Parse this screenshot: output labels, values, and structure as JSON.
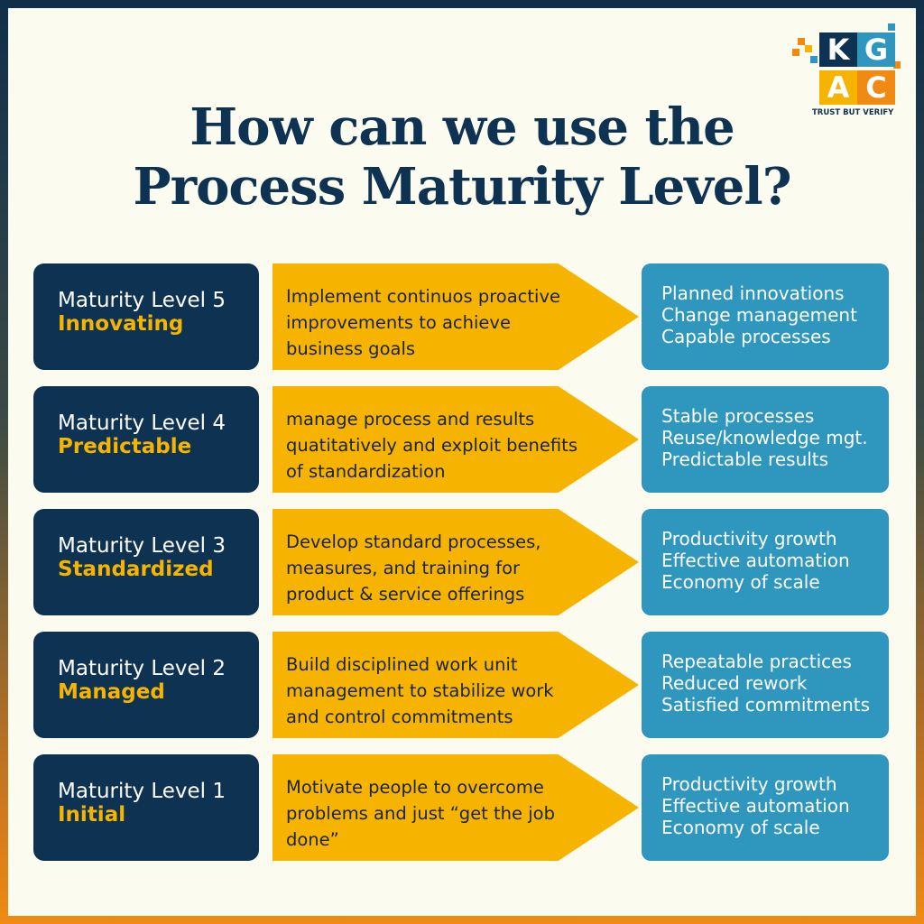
{
  "title": {
    "line1": "How can we use the",
    "line2": "Process Maturity Level?"
  },
  "logo": {
    "letters": [
      "K",
      "G",
      "A",
      "C"
    ],
    "tagline": "TRUST BUT VERIFY",
    "colors": {
      "navy": "#0e3352",
      "blue": "#2f97bd",
      "yellow": "#f6b400",
      "orange": "#f08a12"
    }
  },
  "colors": {
    "background": "#fcfbef",
    "level_box": "#0e3352",
    "level_name": "#f6b400",
    "arrow": "#f6b400",
    "benefit_box": "#2f97bd"
  },
  "rows": [
    {
      "level": "Maturity Level 5",
      "name": "Innovating",
      "description": "Implement continuos proactive improvements to achieve business goals",
      "benefits": [
        "Planned innovations",
        "Change management",
        "Capable processes"
      ]
    },
    {
      "level": "Maturity Level 4",
      "name": "Predictable",
      "description": "manage process and results quatitatively and exploit benefits of standardization",
      "benefits": [
        "Stable processes",
        "Reuse/knowledge mgt.",
        "Predictable results"
      ]
    },
    {
      "level": "Maturity Level 3",
      "name": "Standardized",
      "description": "Develop standard processes, measures, and training for product & service offerings",
      "benefits": [
        "Productivity growth",
        "Effective automation",
        "Economy of scale"
      ]
    },
    {
      "level": "Maturity Level 2",
      "name": "Managed",
      "description": "Build disciplined work unit management to stabilize work and control commitments",
      "benefits": [
        "Repeatable practices",
        "Reduced rework",
        "Satisfied commitments"
      ]
    },
    {
      "level": "Maturity Level 1",
      "name": "Initial",
      "description": "Motivate people to overcome problems and just “get the job done”",
      "benefits": [
        "Productivity growth",
        "Effective automation",
        "Economy of scale"
      ]
    }
  ]
}
